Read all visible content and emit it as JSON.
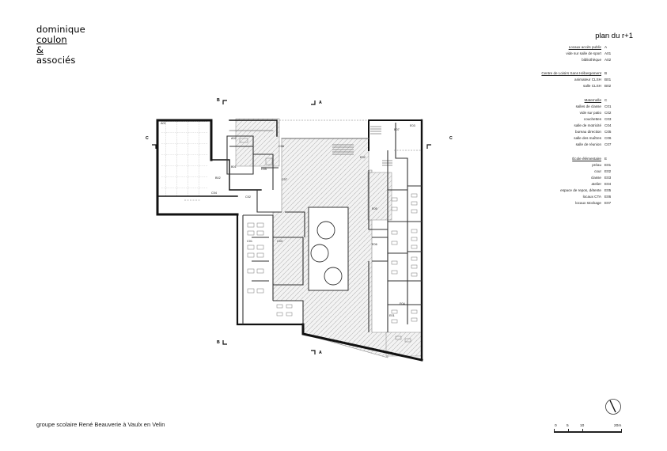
{
  "logo": {
    "line1": "dominique",
    "line2": "coulon",
    "line3": "&",
    "line4": "associés"
  },
  "footer": {
    "project_title": "groupe scolaire René Beauverie à Vaulx en Velin"
  },
  "legend": {
    "title": "plan du r+1",
    "sections": [
      {
        "name": "Locaux accès public",
        "code": "A",
        "items": [
          {
            "label": "vide sur salle de sport",
            "code": "A01"
          },
          {
            "label": "bibliothèque",
            "code": "A02"
          }
        ]
      },
      {
        "name": "Centre de Loisirs Sans Hébergement",
        "code": "B",
        "items": [
          {
            "label": "animateur CLSH",
            "code": "B01"
          },
          {
            "label": "salle CLSH",
            "code": "B02"
          }
        ]
      },
      {
        "name": "Maternelle",
        "code": "C",
        "items": [
          {
            "label": "salles de classe",
            "code": "C01"
          },
          {
            "label": "vide sur patio",
            "code": "C02"
          },
          {
            "label": "couchettes",
            "code": "C03"
          },
          {
            "label": "salle de motricité",
            "code": "C04"
          },
          {
            "label": "bureau direction",
            "code": "C05"
          },
          {
            "label": "salle des maîtres",
            "code": "C06"
          },
          {
            "label": "salle de réunion",
            "code": "C07"
          }
        ]
      },
      {
        "name": "École élémentaire",
        "code": "E",
        "items": [
          {
            "label": "préau",
            "code": "E01"
          },
          {
            "label": "cour",
            "code": "E02"
          },
          {
            "label": "classe",
            "code": "E03"
          },
          {
            "label": "atelier",
            "code": "E04"
          },
          {
            "label": "espace de repos, détente",
            "code": "E05"
          },
          {
            "label": "locaux CTA",
            "code": "E06"
          },
          {
            "label": "locaux stockage",
            "code": "E07"
          }
        ]
      }
    ]
  },
  "scale_bar": {
    "ticks": [
      "0",
      "5",
      "10",
      "20m"
    ]
  },
  "section_markers": {
    "a": "A",
    "b": "B",
    "c": "C"
  },
  "room_tags": {
    "a01": "A01",
    "a02": "A02",
    "b01": "B01",
    "b02": "B02",
    "c01": "C01",
    "c02": "C02",
    "c03": "C03",
    "c04": "C04",
    "c05": "C05",
    "c06": "C06",
    "c07": "C07",
    "e01": "E01",
    "e02": "E02",
    "e03": "E03",
    "e04": "E04",
    "e05": "E05",
    "e06": "E06",
    "e07": "E07"
  },
  "colors": {
    "wall": "#111111",
    "line": "#555555",
    "hatch": "#b8b8b8"
  }
}
